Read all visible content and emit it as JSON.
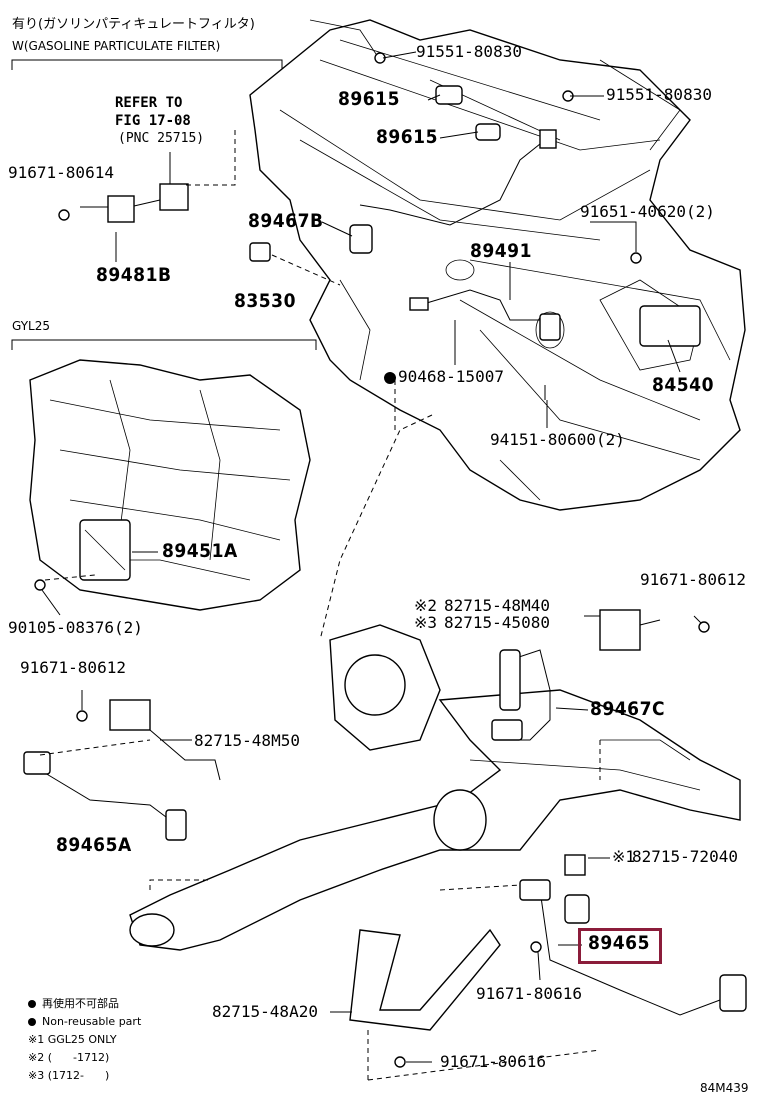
{
  "header_jp": "有り(ガソリンパティキュレートフィルタ)",
  "header_en": "W(GASOLINE PARTICULATE FILTER)",
  "refer": [
    "REFER TO",
    "FIG 17-08",
    "(PNC 25715)"
  ],
  "section_gyl": "GYL25",
  "labels": {
    "p91551a": "91551-80830",
    "p91551b": "91551-80830",
    "p89615a": "89615",
    "p89615b": "89615",
    "p91671a": "91671-80614",
    "p89481b": "89481B",
    "p89467b": "89467B",
    "p83530": "83530",
    "p91651": "91651-40620(2)",
    "p89491": "89491",
    "p90468": "90468-15007",
    "p84540": "84540",
    "p94151": "94151-80600(2)",
    "p89451a": "89451A",
    "p90105": "90105-08376(2)",
    "p91671b": "91671-80612",
    "p82715m40": "82715-48M40",
    "p82715_45080": "82715-45080",
    "p89467c": "89467C",
    "p91671c": "91671-80612",
    "p82715m50": "82715-48M50",
    "p89465a": "89465A",
    "p82715_72040": "82715-72040",
    "p89465": "89465",
    "p91671_616a": "91671-80616",
    "p82715a20": "82715-48A20",
    "p91671_616b": "91671-80616"
  },
  "marks": {
    "m2": "※2",
    "m3": "※3",
    "m1": "※1"
  },
  "legend": [
    "再使用不可部品",
    "Non-reusable part",
    "※1 GGL25 ONLY",
    "※2 (      -1712)",
    "※3 (1712-      )"
  ],
  "figure_id": "84M439",
  "highlight_color": "#8b1c3a"
}
